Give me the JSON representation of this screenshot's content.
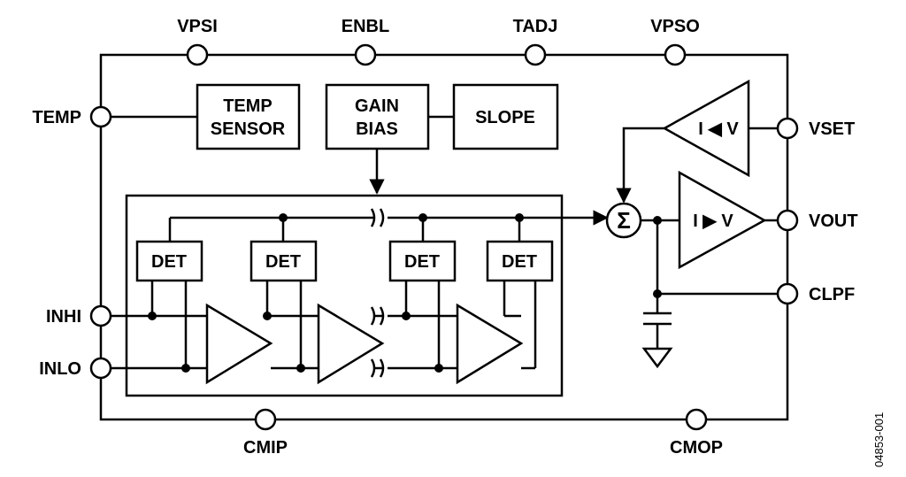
{
  "pins": {
    "vpsi": "VPSI",
    "enbl": "ENBL",
    "tadj": "TADJ",
    "vpso": "VPSO",
    "temp": "TEMP",
    "vset": "VSET",
    "vout": "VOUT",
    "clpf": "CLPF",
    "inhi": "INHI",
    "inlo": "INLO",
    "cmip": "CMIP",
    "cmop": "CMOP"
  },
  "blocks": {
    "temp_sensor_line1": "TEMP",
    "temp_sensor_line2": "SENSOR",
    "gain_bias_line1": "GAIN",
    "gain_bias_line2": "BIAS",
    "slope": "SLOPE",
    "det": "DET",
    "sum_symbol": "Σ",
    "iv_top": "I ◀ V",
    "iv_bottom": "I ▶ V"
  },
  "figure_id": "04853-001"
}
